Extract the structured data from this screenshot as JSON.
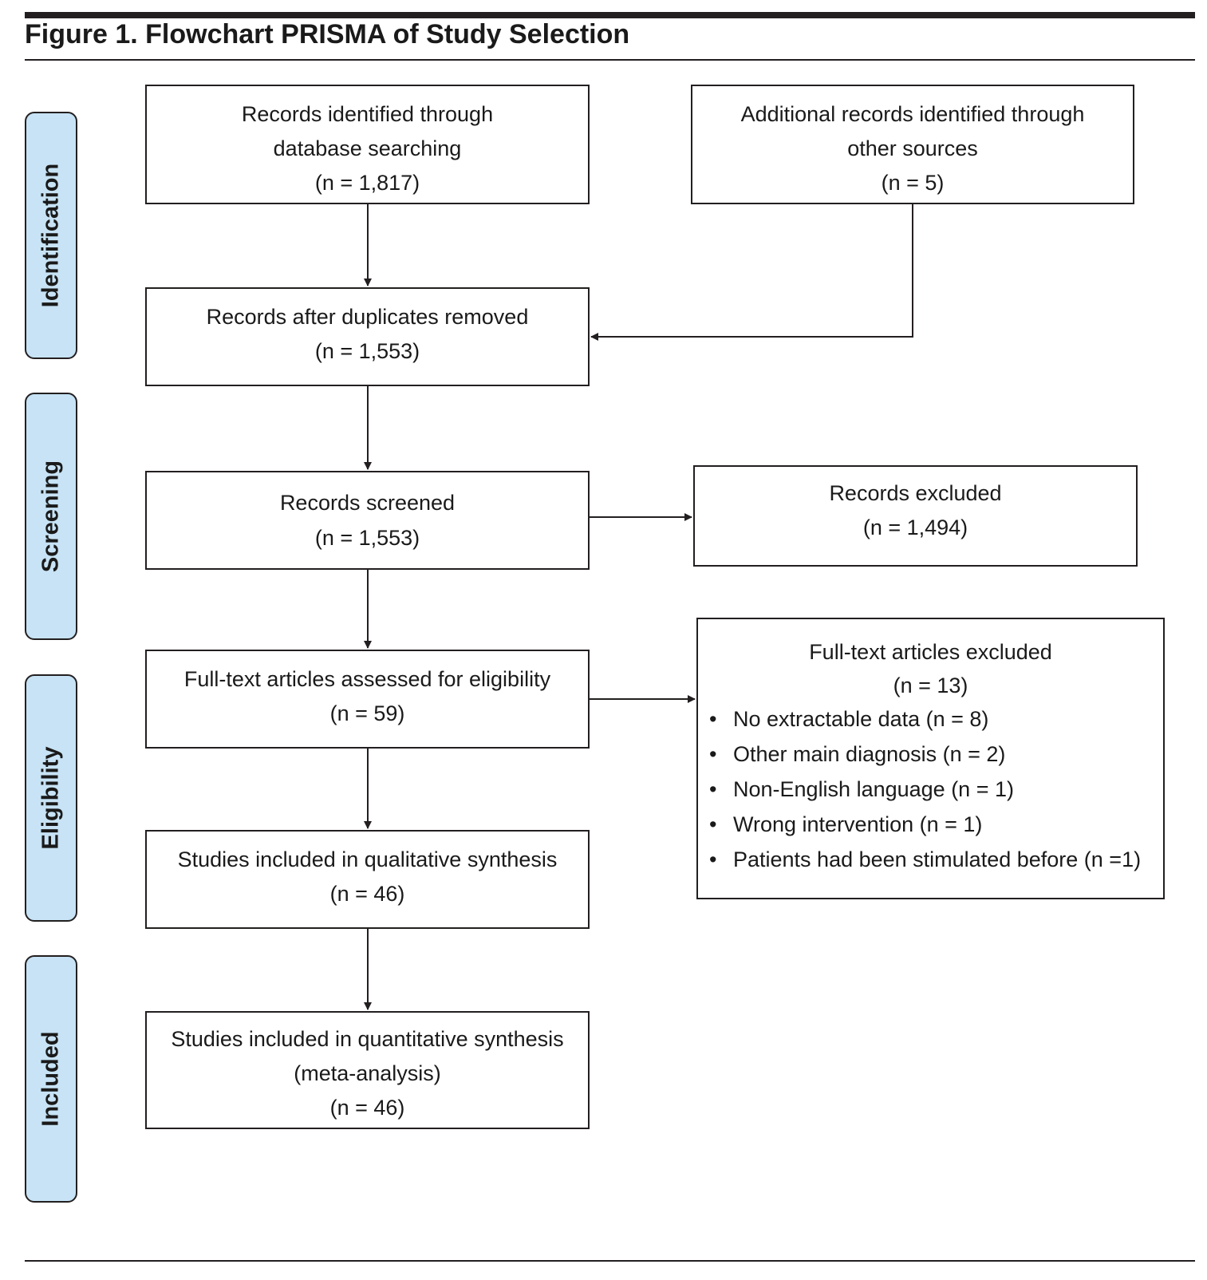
{
  "figure": {
    "title": "Figure 1. Flowchart PRISMA of Study Selection"
  },
  "stages": [
    "Identification",
    "Screening",
    "Eligibility",
    "Included"
  ],
  "boxes": {
    "database": {
      "line1": "Records identified through",
      "line2": "database searching",
      "count": "(n = 1,817)"
    },
    "other_sources": {
      "line1": "Additional records identified through",
      "line2": "other sources",
      "count": "(n = 5)"
    },
    "deduplicated": {
      "line1": "Records after duplicates removed",
      "count": "(n = 1,553)"
    },
    "screened": {
      "line1": "Records screened",
      "count": "(n = 1,553)"
    },
    "excluded": {
      "line1": "Records excluded",
      "count": "(n = 1,494)"
    },
    "full_text": {
      "line1": "Full-text articles assessed for eligibility",
      "count": "(n = 59)"
    },
    "full_text_excluded": {
      "line1": "Full-text articles excluded",
      "count": "(n = 13)",
      "reasons": [
        "No extractable data (n = 8)",
        "Other main diagnosis (n = 2)",
        "Non-English language (n = 1)",
        "Wrong intervention (n = 1)",
        "Patients had been stimulated before (n =1)"
      ]
    },
    "qualitative": {
      "line1": "Studies included in qualitative synthesis",
      "count": "(n = 46)"
    },
    "quantitative": {
      "line1": "Studies included in quantitative synthesis",
      "line2": "(meta-analysis)",
      "count": "(n = 46)"
    }
  }
}
